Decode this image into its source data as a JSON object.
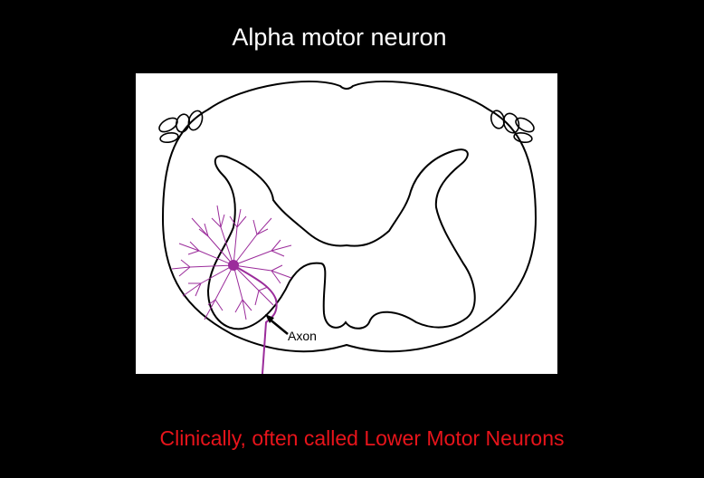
{
  "slide": {
    "title": "Alpha motor neuron",
    "caption": "Clinically, often called Lower Motor Neurons"
  },
  "figure": {
    "axon_label": "Axon",
    "colors": {
      "outline": "#000000",
      "neuron": "#9b2c9b",
      "caption": "#e8141b",
      "title": "#ffffff",
      "background": "#000000",
      "figure_background": "#ffffff"
    }
  }
}
